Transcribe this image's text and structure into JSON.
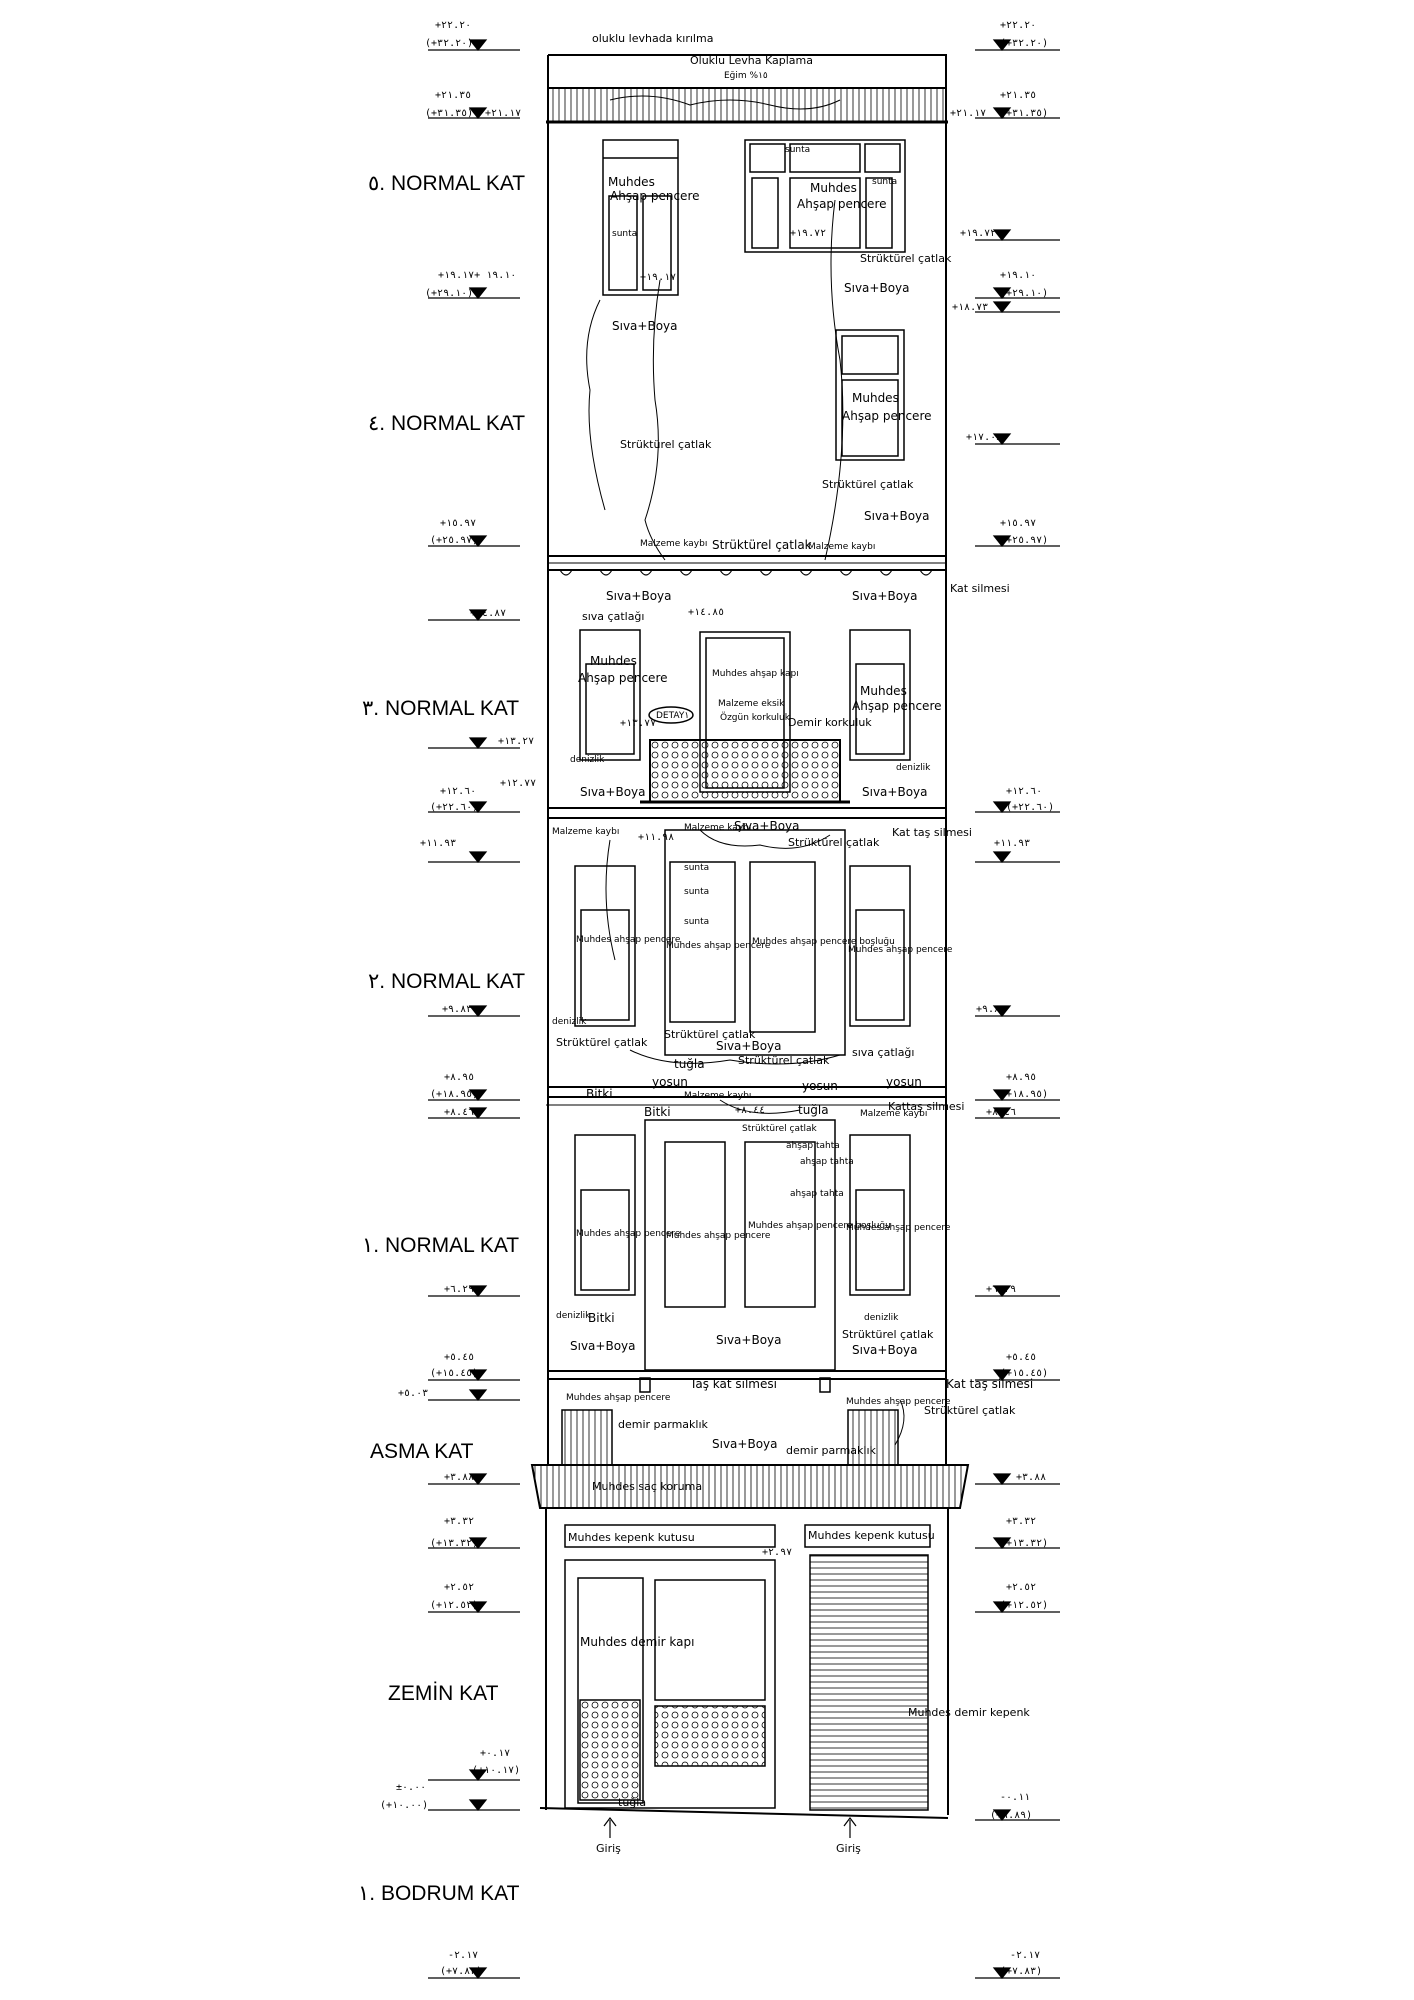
{
  "floors": {
    "n5": "٥. NORMAL KAT",
    "n4": "٤. NORMAL KAT",
    "n3": "٣. NORMAL KAT",
    "n2": "٢. NORMAL KAT",
    "n1": "١. NORMAL KAT",
    "asma": "ASMA KAT",
    "zemin": "ZEMİN KAT",
    "bodrum": "١. BODRUM KAT"
  },
  "levels": {
    "l1": "+٢٢.٢٠",
    "l1b": "(+٣٢.٢٠)",
    "l2": "+٢١.٣٥",
    "l2b": "(+٣١.٣٥)",
    "l2c": "+٢١.١٧",
    "l3": "+١٩.١٠ +١٩.١٧",
    "l3b": "(+٢٩.١٠)",
    "l4": "+١٥.٩٧",
    "l4b": "(+٢٥.٩٧)",
    "l5": "+١٤.٨٧",
    "l6": "+١٣.٢٧",
    "l7": "+١٢.٦٠",
    "l7b": "(+٢٢.٦٠)",
    "l7c": "+١٢.٧٧",
    "l8": "+١١.٩٣",
    "l9": "+٩.٨٣",
    "l10": "+٨.٩٥",
    "l10b": "(+١٨.٩٥)",
    "l11": "+٨.٤٦",
    "l12": "+٦.٢٩",
    "l13": "+٥.٤٥",
    "l13b": "(+١٥.٤٥)",
    "l14": "+٥.٠٣",
    "l15": "+٣.٨٨",
    "l16": "+٣.٣٢",
    "l16b": "(+١٣.٣٢)",
    "l17": "+٢.٥٢",
    "l17b": "(+١٢.٥٢)",
    "l18": "+٠.١٧",
    "l18b": "(+١٠.١٧)",
    "l19": "±٠.٠٠",
    "l19b": "(+١٠.٠٠)",
    "l20": "-٢.١٧",
    "l20b": "(+٧.٨٣)",
    "r1": "+٢٢.٢٠",
    "r1b": "(+٣٢.٢٠)",
    "r2": "+٢١.٣٥",
    "r2b": "(+٣١.٣٥)",
    "r2c": "+٢١.١٧",
    "r3": "+١٩.٧٢",
    "r4": "+١٩.١٠",
    "r4b": "(+٢٩.١٠)",
    "r5": "+١٨.٧٣",
    "r6": "+١٧.٠٨",
    "r7": "+١٥.٩٧",
    "r7b": "(+٢٥.٩٧)",
    "r8": "+١٢.٦٠",
    "r8b": "(+٢٢.٦٠)",
    "r9": "+١١.٩٣",
    "r10": "+٩.٨٣",
    "r11": "+٨.٩٥",
    "r11b": "(+١٨.٩٥)",
    "r12": "+٨.٤٦",
    "r13": "+٦.٢٩",
    "r14": "+٥.٤٥",
    "r14b": "(+١٥.٤٥)",
    "r15": "+٣.٨٨",
    "r16": "+٣.٣٢",
    "r16b": "(+١٣.٣٢)",
    "r17": "+٢.٥٢",
    "r17b": "(+١٢.٥٢)",
    "r18": "-٠.١١",
    "r18b": "(+٩.٨٩)",
    "r19": "-٢.١٧",
    "r19b": "(+٧.٨٣)",
    "m1": "+١٩.٧٢",
    "m2": "+١٩.١٧",
    "m3": "+١٤.٨٥",
    "m4": "+١٣.٧٧",
    "m5": "+١١.٩٨",
    "m6": "+٨.٤٤",
    "m7": "+٢.٩٧"
  },
  "notes": {
    "roof_break": "oluklu levhada kırılma",
    "roof_cover": "Oluklu Levha Kaplama",
    "slope": "Eğim %١٥",
    "muhdes": "Muhdes",
    "ahsap_pencere": "Ahşap pencere",
    "sunta": "sunta",
    "struct_crack": "Strüktürel çatlak",
    "siva_boya": "Sıva+Boya",
    "material_loss": "Malzeme kaybı",
    "kat_silmesi": "Kat silmesi",
    "siva_catlagi": "sıva çatlağı",
    "muhdes_ahsap_kapi": "Muhdes ahşap kapı",
    "malzeme_eksik": "Malzeme eksik",
    "ozgun_korkuluk": "Özgün korkuluk",
    "demir_korkuluk": "Demir korkuluk",
    "detay": "DETAY١",
    "denizlik": "denizlik",
    "kat_tas_silmesi": "Kat taş silmesi",
    "muhdes_ahsap_pencere": "Muhdes ahşap pencere",
    "muhdes_ahsap_pencere_boslugu": "Muhdes ahşap pencere boşluğu",
    "tugla": "tuğla",
    "yosun": "yosun",
    "bitki": "Bitki",
    "kattas_silmesi": "Kattaş silmesi",
    "ahsap_tahta": "ahşap tahta",
    "tas_kat_silmesi": "Taş kat silmesi",
    "demir_parmaklik": "demir parmaklık",
    "sac_koruma": "Muhdes saç koruma",
    "kepenk_kutusu": "Muhdes kepenk kutusu",
    "demir_kapi": "Muhdes demir kapı",
    "demir_kepenk": "Muhdes demir kepenk",
    "giris": "Giriş"
  }
}
